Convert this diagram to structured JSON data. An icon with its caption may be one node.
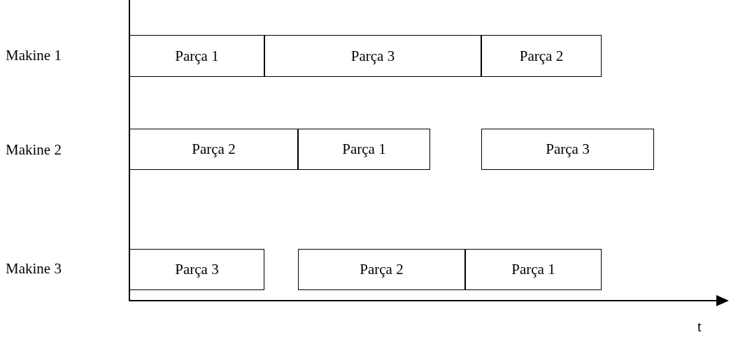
{
  "diagram": {
    "nodes": [
      {
        "text": [
          "Parça 1"
        ]
      },
      {
        "text": [
          "Parça 3"
        ]
      },
      {
        "text": [
          "Parça 2"
        ]
      },
      {
        "text": [
          "Parça 2"
        ]
      },
      {
        "text": [
          "Parça 1"
        ]
      },
      {
        "text": [
          "Parça 3"
        ]
      },
      {
        "text": [
          "Parça 3"
        ]
      },
      {
        "text": [
          "Parça 2"
        ]
      },
      {
        "text": [
          "Parça 1"
        ]
      }
    ],
    "labels": [
      "Makine 1",
      "Makine 2",
      "Makine 3",
      "t"
    ]
  }
}
